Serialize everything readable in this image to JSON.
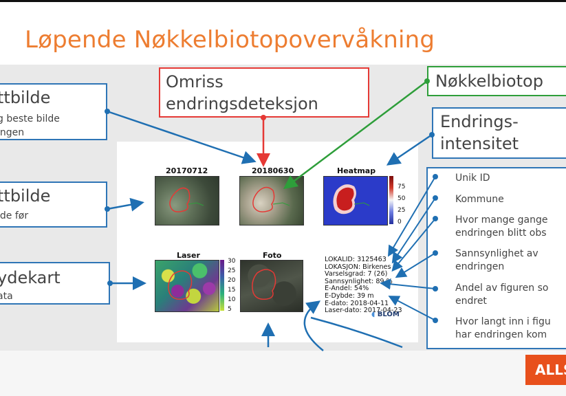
{
  "slide": {
    "title": "Løpende Nøkkelbiotopovervåkning"
  },
  "left_boxes": [
    {
      "title": "ttbilde",
      "lines": [
        "g beste bilde",
        "ingen"
      ]
    },
    {
      "title": "ttbilde",
      "lines": [
        "lde før"
      ]
    },
    {
      "title": "ydekart",
      "lines": [
        "ata"
      ]
    }
  ],
  "top_boxes": {
    "omriss": [
      "Omriss",
      "endringsdeteksjon"
    ],
    "nokkelbiotop": "Nøkkelbiotop",
    "endrings": [
      "Endrings-",
      "intensitet"
    ]
  },
  "figure": {
    "titles": [
      "20170712",
      "20180630",
      "Heatmap",
      "Laser",
      "Foto"
    ],
    "heatmap_colorbar_ticks": [
      "75",
      "50",
      "25",
      "0"
    ],
    "laser_colorbar_ticks": [
      "30",
      "25",
      "20",
      "15",
      "10",
      "5"
    ],
    "info_lines": [
      "LOKALID: 3125463",
      "LOKASJON: Birkenes",
      "Varselsgrad: 7 (26)",
      "Sannsynlighet: 89 %",
      "E-Andel: 54%",
      "E-Dybde: 39 m",
      "E-dato: 2018-04-11",
      "Laser-dato: 2017-04-23"
    ],
    "blom_label": "BLOM"
  },
  "right_list": [
    [
      "Unik ID"
    ],
    [
      "Kommune"
    ],
    [
      "Hvor mange gange",
      "endringen blitt obs"
    ],
    [
      "Sannsynlighet av",
      "endringen"
    ],
    [
      "Andel av figuren so",
      "endret"
    ],
    [
      "Hvor langt inn i figu",
      "har endringen kom"
    ]
  ],
  "footer": {
    "logo_text": "ALLS"
  },
  "colors": {
    "title": "#ed7d31",
    "blue": "#2e75b6",
    "red": "#e53935",
    "green": "#2e9e3a",
    "logo": "#e8501c"
  }
}
